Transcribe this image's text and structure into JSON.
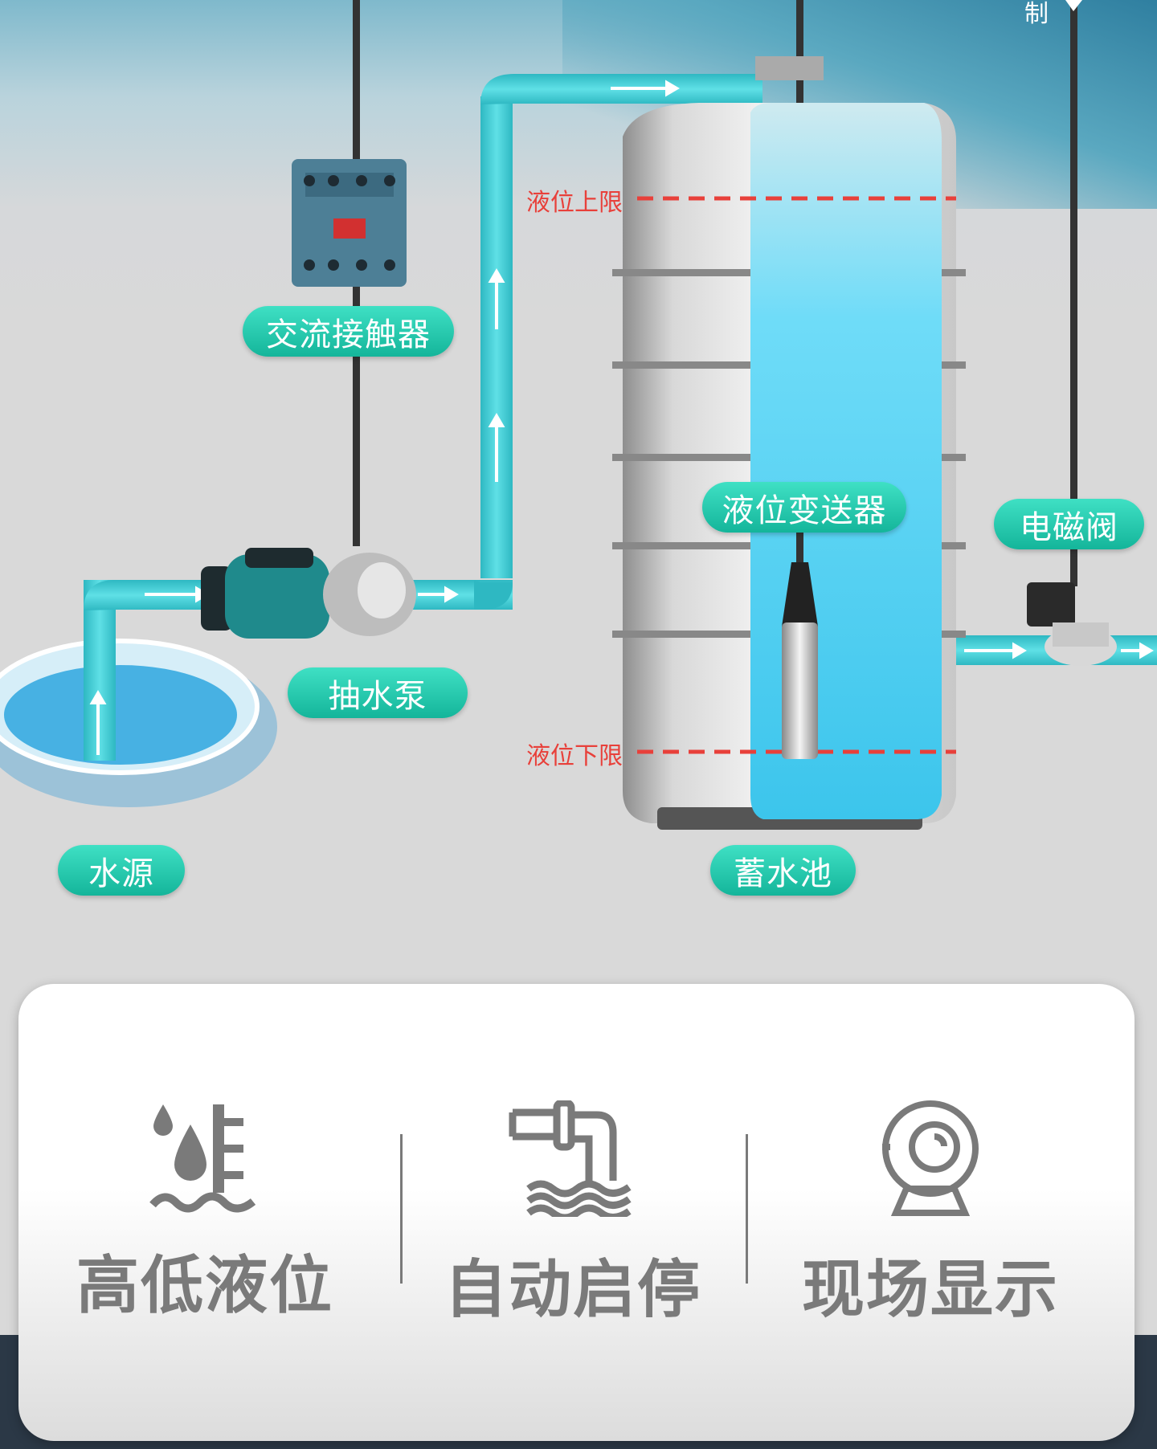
{
  "top_fragment": "制",
  "labels": {
    "contactor": "交流接触器",
    "pump": "抽水泵",
    "source": "水源",
    "tank": "蓄水池",
    "transmitter": "液位变送器",
    "valve": "电磁阀",
    "upper_limit": "液位上限",
    "lower_limit": "液位下限"
  },
  "features": [
    {
      "label": "高低液位",
      "icon": "water-level-icon"
    },
    {
      "label": "自动启停",
      "icon": "pipe-outflow-icon"
    },
    {
      "label": "现场显示",
      "icon": "display-camera-icon"
    }
  ],
  "colors": {
    "pipe": "#3ccad3",
    "water": "#5fd6f5",
    "pill": "#1fc6a8",
    "limit": "#e8403a",
    "icon": "#7a7a7a"
  }
}
